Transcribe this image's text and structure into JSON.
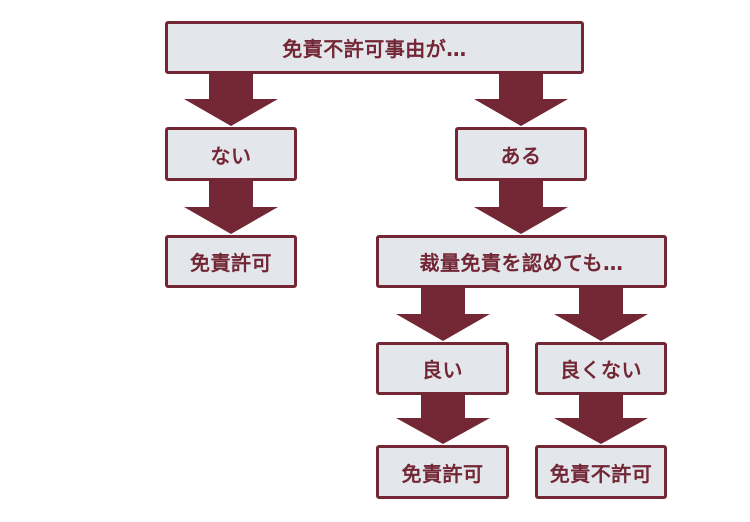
{
  "colors": {
    "accent": "#732735",
    "box_fill": "#e3e7ec",
    "background": "#ffffff"
  },
  "nodes": {
    "root": "免責不許可事由が…",
    "none": "ない",
    "exists": "ある",
    "permit_left": "免責許可",
    "discretion": "裁量免責を認めても…",
    "good": "良い",
    "not_good": "良くない",
    "permit_bottom": "免責許可",
    "not_permit": "免責不許可"
  }
}
